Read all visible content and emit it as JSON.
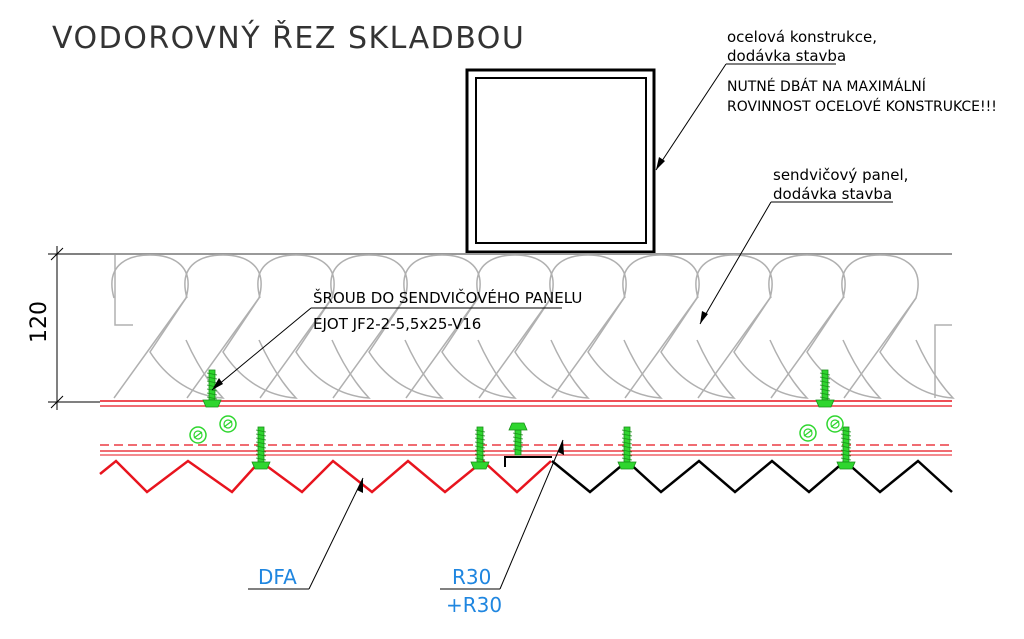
{
  "title": "VODOROVNÝ ŘEZ SKLADBOU",
  "dimension": {
    "value": "120"
  },
  "labels": {
    "steel_line1": "ocelová konstrukce,",
    "steel_line2": "dodávka stavba",
    "warning_line1": "NUTNÉ DBÁT NA MAXIMÁLNÍ",
    "warning_line2": "ROVINNOST OCELOVÉ KONSTRUKCE!!!",
    "panel_line1": "sendvičový panel,",
    "panel_line2": "dodávka stavba",
    "screw_line1": "ŠROUB DO SENDVIČOVÉHO PANELU",
    "screw_line2": "EJOT JF2-2-5,5x25-V16",
    "dfa": "DFA",
    "r30_line1": "R30",
    "r30_line2": "+R30"
  },
  "colors": {
    "line": "#000000",
    "panel_outline": "#a8a8a8",
    "fire_layer": "#e8141e",
    "fastener": "#2fd62f",
    "callout_text": "#1f86e0"
  }
}
